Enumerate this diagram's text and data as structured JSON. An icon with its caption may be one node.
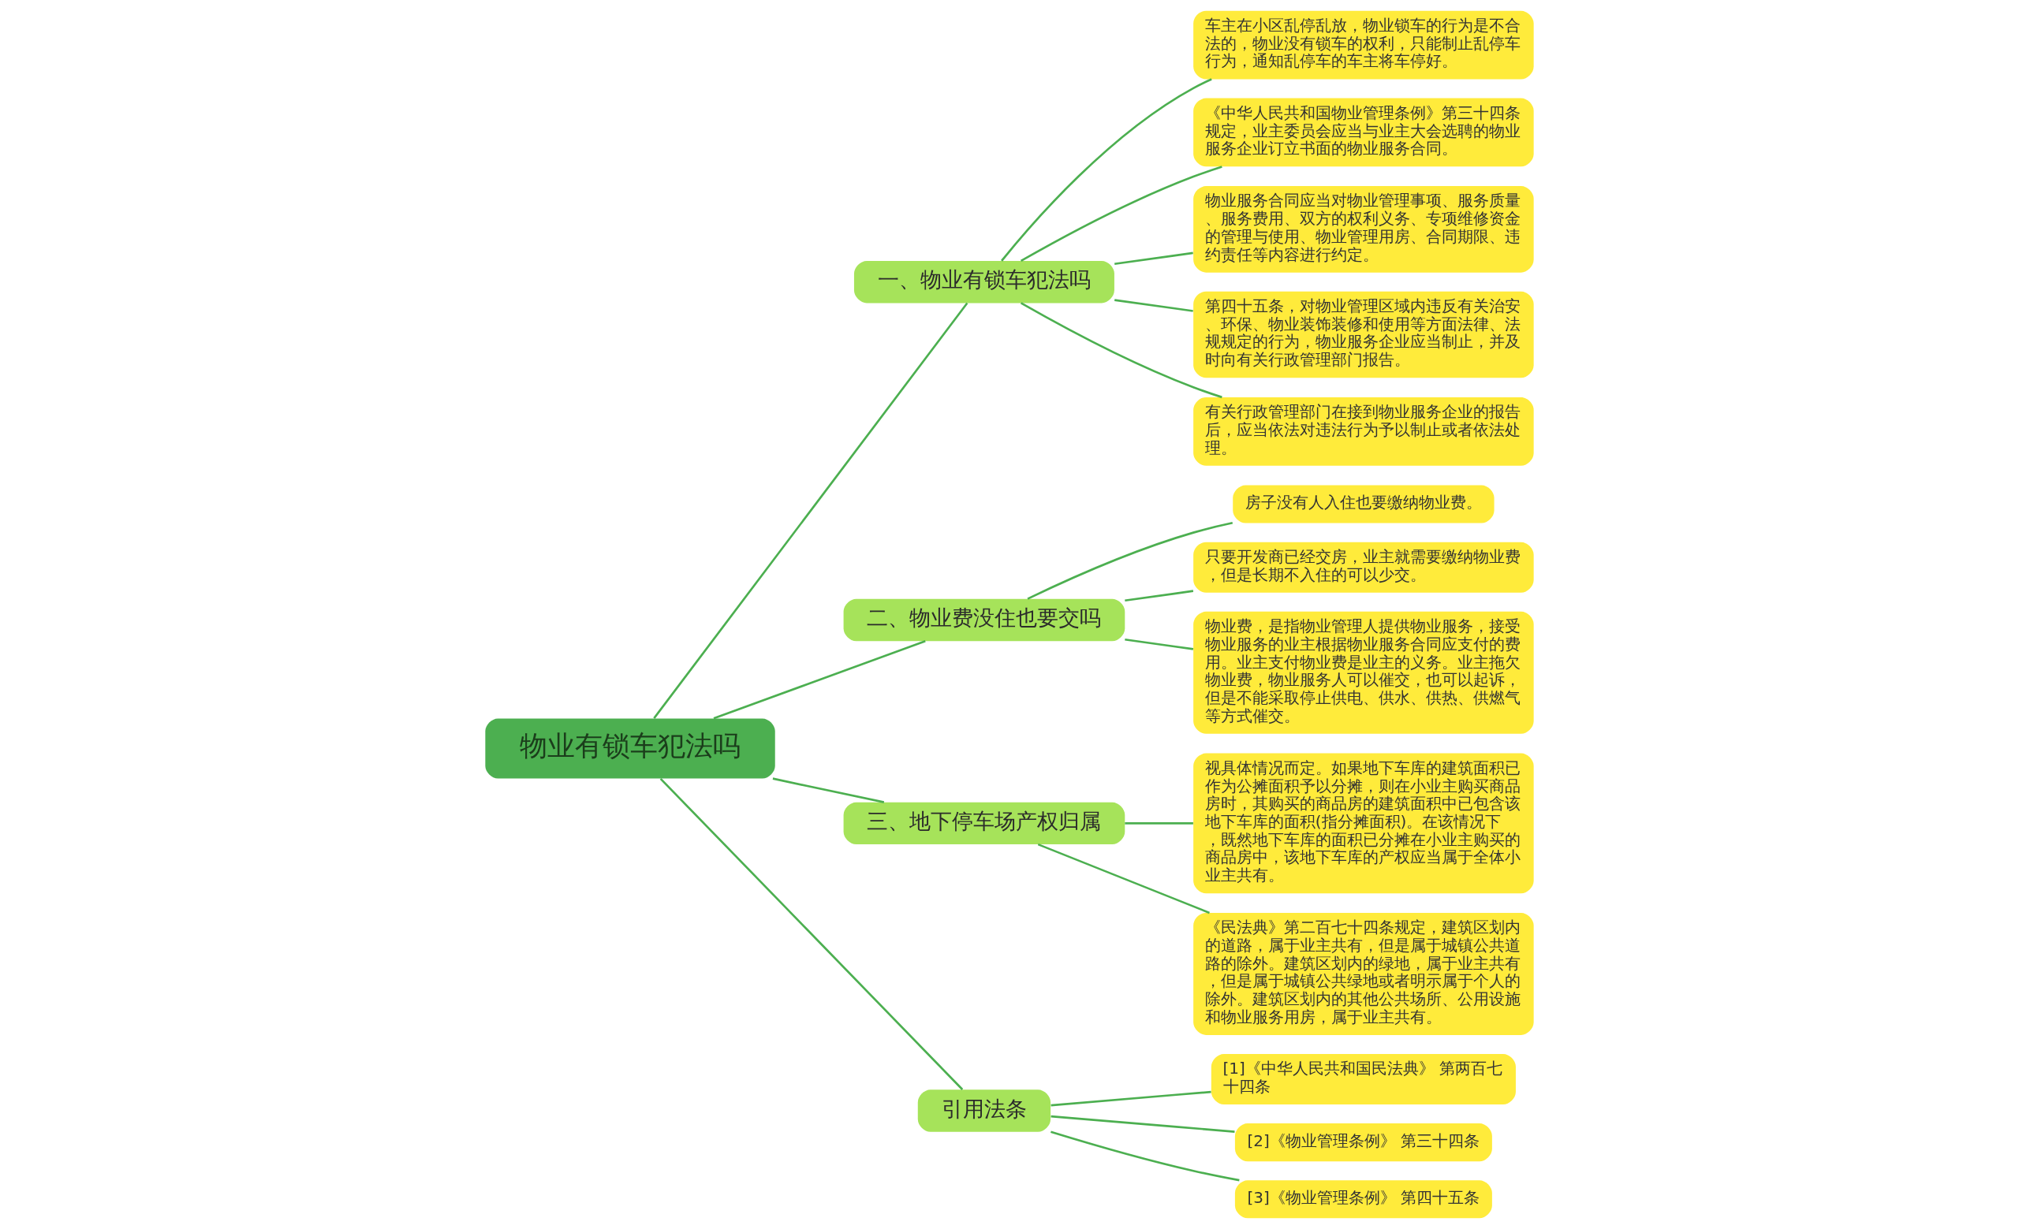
{
  "diagram": {
    "nodes": [
      {
        "text": [
          "物业有锁车犯法吗"
        ]
      },
      {
        "text": [
          "一、物业有锁车犯法吗"
        ]
      },
      {
        "text": [
          "车主在小区乱停乱放，物业锁车的行为是不合法的，物业没有锁车的权利，只能制止乱停车行为，通知乱停车的车主将车停好。"
        ]
      },
      {
        "text": [
          "《中华人民共和国物业管理条例》第三十四条规定，业主委员会应当与业主大会选聘的物业服务企业订立书面的物业服务合同。"
        ]
      },
      {
        "text": [
          "物业服务合同应当对物业管理事项、服务质量、服务费用、双方的权利义务、专项维修资金的管理与使用、物业管理用房、合同期限、违约责任等内容进行约定。"
        ]
      },
      {
        "text": [
          "第四十五条，对物业管理区域内违反有关治安、环保、物业装饰装修和使用等方面法律、法规规定的行为，物业服务企业应当制止，并及时向有关行政管理部门报告。"
        ]
      },
      {
        "text": [
          "有关行政管理部门在接到物业服务企业的报告后，应当依法对违法行为予以制止或者依法处理。"
        ]
      },
      {
        "text": [
          "二、物业费没住也要交吗"
        ]
      },
      {
        "text": [
          "房子没有人入住也要缴纳物业费。"
        ]
      },
      {
        "text": [
          "只要开发商已经交房，业主就需要缴纳物业费，但是长期不入住的可以少交。"
        ]
      },
      {
        "text": [
          "物业费，是指物业管理人提供物业服务，接受物业服务的业主根据物业服务合同应支付的费用。业主支付物业费是业主的义务。业主拖欠物业费，物业服务人可以催交，也可以起诉，但是不能采取停止供电、供水、供热、供燃气等方式催交。"
        ]
      },
      {
        "text": [
          "三、地下停车场产权归属"
        ]
      },
      {
        "text": [
          "视具体情况而定。如果地下车库的建筑面积已作为公摊面积予以分摊，则在小业主购买商品房时，其购买的商品房的建筑面积中已包含该地下车库的面积(指分摊面积)。在该情况下，既然地下车库的面积已分摊在小业主购买的商品房中，该地下车库的产权应当属于全体小业主共有。"
        ]
      },
      {
        "text": [
          "《民法典》第二百七十四条规定，建筑区划内的道路，属于业主共有，但是属于城镇公共道路的除外。建筑区划内的绿地，属于业主共有，但是属于城镇公共绿地或者明示属于个人的除外。建筑区划内的其他公共场所、公用设施和物业服务用房，属于业主共有。"
        ]
      },
      {
        "text": [
          "引用法条"
        ]
      },
      {
        "text": [
          "[1]《中华人民共和国民法典》 第两百七十四条"
        ]
      },
      {
        "text": [
          "[2]《物业管理条例》 第三十四条"
        ]
      },
      {
        "text": [
          "[3]《物业管理条例》 第四十五条"
        ]
      }
    ],
    "edges": [
      {
        "from": 0,
        "to": 1,
        "arrow": "none"
      },
      {
        "from": 1,
        "to": 2,
        "arrow": "none"
      },
      {
        "from": 1,
        "to": 3,
        "arrow": "none"
      },
      {
        "from": 1,
        "to": 4,
        "arrow": "none"
      },
      {
        "from": 1,
        "to": 5,
        "arrow": "none"
      },
      {
        "from": 1,
        "to": 6,
        "arrow": "none"
      },
      {
        "from": 0,
        "to": 7,
        "arrow": "none"
      },
      {
        "from": 7,
        "to": 8,
        "arrow": "none"
      },
      {
        "from": 7,
        "to": 9,
        "arrow": "none"
      },
      {
        "from": 7,
        "to": 10,
        "arrow": "none"
      },
      {
        "from": 0,
        "to": 11,
        "arrow": "none"
      },
      {
        "from": 11,
        "to": 12,
        "arrow": "none"
      },
      {
        "from": 11,
        "to": 13,
        "arrow": "none"
      },
      {
        "from": 0,
        "to": 14,
        "arrow": "none"
      },
      {
        "from": 14,
        "to": 15,
        "arrow": "none"
      },
      {
        "from": 14,
        "to": 16,
        "arrow": "none"
      },
      {
        "from": 14,
        "to": 17,
        "arrow": "none"
      }
    ]
  }
}
